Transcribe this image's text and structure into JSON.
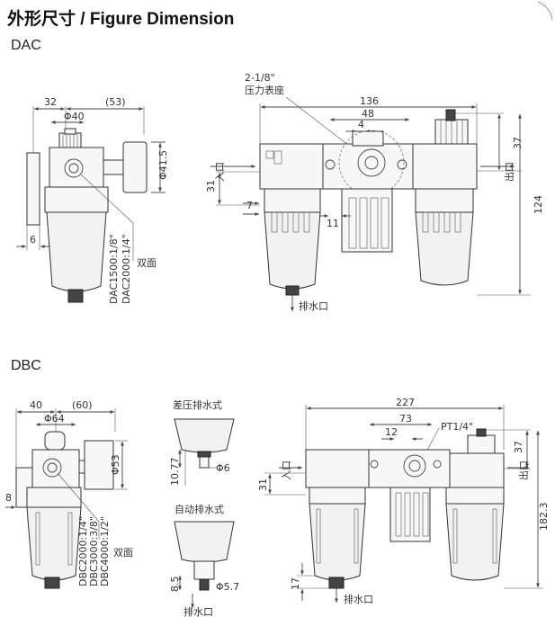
{
  "title": "外形尺寸 / Figure Dimension",
  "dac": {
    "label": "DAC",
    "single": {
      "dim_32": "32",
      "dim_53": "(53)",
      "dim_phi40": "Φ40",
      "dim_phi415": "Φ41.5",
      "dim_6": "6",
      "port_note_1": "DAC1500:1/8\"",
      "port_note_2": "DAC2000:1/4\"",
      "double_face": "双面"
    },
    "combo": {
      "gauge_port": "2-1/8\"",
      "gauge_seat": "压力表座",
      "dim_136": "136",
      "dim_48": "48",
      "dim_4": "4",
      "dim_37": "37",
      "dim_31": "31",
      "dim_7": "7",
      "dim_11": "11",
      "dim_124": "124",
      "inlet": "入口",
      "outlet": "出口",
      "drain": "排水口"
    }
  },
  "dbc": {
    "label": "DBC",
    "single": {
      "dim_40": "40",
      "dim_60": "(60)",
      "dim_phi64": "Φ64",
      "dim_phi53": "Φ53",
      "dim_8": "8",
      "port_note_1": "DBC2000:1/4\"",
      "port_note_2": "DBC3000:3/8\"",
      "port_note_3": "DBC4000:1/2\"",
      "double_face": "双面"
    },
    "drain_detail": {
      "diff_title": "差压排水式",
      "dim_1077": "10.77",
      "dim_phi6": "Φ6",
      "auto_title": "自动排水式",
      "dim_85": "8.5",
      "dim_phi57": "Φ5.7",
      "drain": "排水口"
    },
    "combo": {
      "dim_227": "227",
      "dim_73": "73",
      "dim_12": "12",
      "port": "PT1/4\"",
      "dim_37": "37",
      "dim_31": "31",
      "dim_1823": "182.3",
      "dim_17": "17",
      "inlet": "入口",
      "outlet": "出口",
      "drain": "排水口"
    }
  }
}
